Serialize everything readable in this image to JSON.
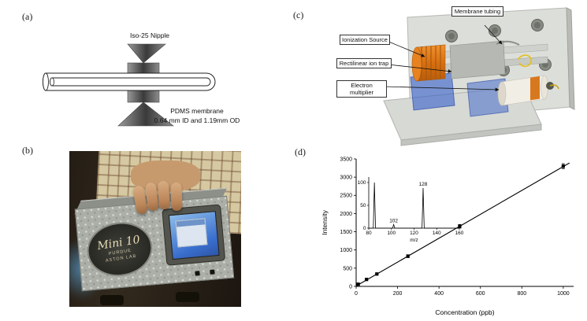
{
  "panels": {
    "a": "(a)",
    "b": "(b)",
    "c": "(c)",
    "d": "(d)"
  },
  "panel_a": {
    "nipple_label": "Iso-25 Nipple",
    "membrane_label": "PDMS membrane",
    "membrane_dims": "0.64 mm ID and 1.19mm OD"
  },
  "panel_b": {
    "device_name": "Mini 10",
    "device_org": "PURDUE",
    "device_lab": "ASTON LAB"
  },
  "panel_c": {
    "labels": {
      "membrane_tubing": "Membrane tubing",
      "ionization_source": "Ionization Source",
      "rectilinear_ion_trap": "Rectilinear ion trap",
      "electron_multiplier": "Electron multiplier"
    }
  },
  "chart_data": [
    {
      "type": "scatter",
      "title": "",
      "xlabel": "Concentration (ppb)",
      "ylabel": "Intensity",
      "xlim": [
        0,
        1050
      ],
      "ylim": [
        0,
        3500
      ],
      "xticks": [
        0,
        200,
        400,
        600,
        800,
        1000
      ],
      "yticks": [
        0,
        500,
        1000,
        1500,
        2000,
        2500,
        3000,
        3500
      ],
      "grid": false,
      "points": [
        {
          "x": 10,
          "y": 60,
          "err": 20
        },
        {
          "x": 50,
          "y": 190,
          "err": 25
        },
        {
          "x": 100,
          "y": 340,
          "err": 30
        },
        {
          "x": 250,
          "y": 830,
          "err": 40
        },
        {
          "x": 500,
          "y": 1650,
          "err": 50
        },
        {
          "x": 1000,
          "y": 3300,
          "err": 70
        }
      ],
      "fit_line": [
        [
          0,
          10
        ],
        [
          1030,
          3390
        ]
      ]
    },
    {
      "type": "line",
      "role": "inset-mass-spectrum",
      "xlabel": "m/z",
      "ylabel": "",
      "xlim": [
        80,
        160
      ],
      "ylim": [
        0,
        112
      ],
      "xticks": [
        80,
        100,
        120,
        140,
        160
      ],
      "yticks": [
        0,
        50,
        100
      ],
      "peaks": [
        {
          "mz": 85,
          "intensity": 100,
          "label": ""
        },
        {
          "mz": 102,
          "intensity": 8,
          "label": "102"
        },
        {
          "mz": 128,
          "intensity": 88,
          "label": "128"
        }
      ]
    }
  ]
}
